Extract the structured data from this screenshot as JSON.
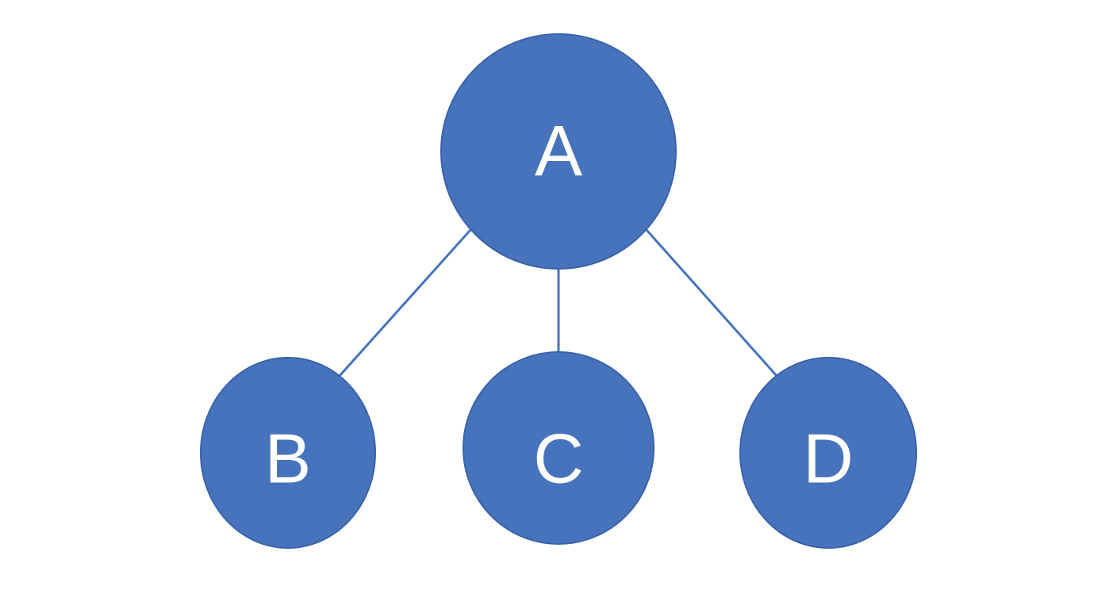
{
  "colors": {
    "background": "#ffffff",
    "node_fill": "#4773bd",
    "node_stroke": "#3a63a8",
    "edge": "#4773bd",
    "label": "#ffffff"
  },
  "nodes": {
    "a": {
      "label": "A"
    },
    "b": {
      "label": "B"
    },
    "c": {
      "label": "C"
    },
    "d": {
      "label": "D"
    }
  },
  "edges": [
    {
      "from": "A",
      "to": "B"
    },
    {
      "from": "A",
      "to": "C"
    },
    {
      "from": "A",
      "to": "D"
    }
  ]
}
